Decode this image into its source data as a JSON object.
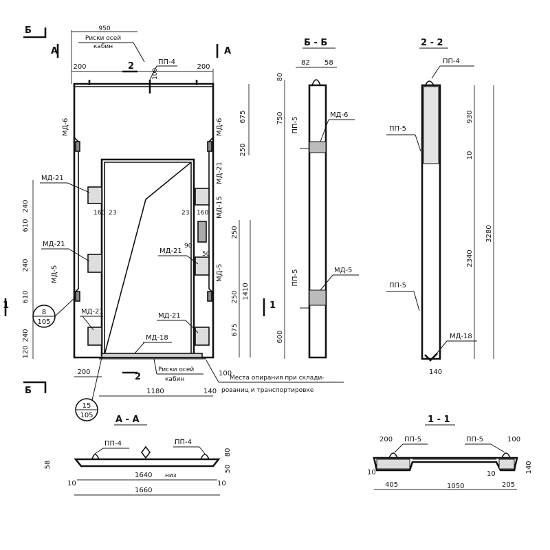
{
  "sections": {
    "bb": "Б - Б",
    "s22": "2 - 2",
    "aa": "А - А",
    "s11": "1 - 1"
  },
  "cut_marks": {
    "b": "Б",
    "a": "А",
    "two": "2",
    "one": "1"
  },
  "labels": {
    "riski_osei": "Риски осей",
    "kabin": "кабин",
    "riski_osei_kabin": "Риски осей",
    "kabin2": "кабин",
    "opora1": "Места опирания при склади-",
    "opora2": "рованиц и транспортировке",
    "niz": "низ"
  },
  "parts": {
    "pp4": "ПП-4",
    "pp5": "ПП-5",
    "md6": "МД-6",
    "md21": "МД-21",
    "md15": "МД-15",
    "md5": "МД-5",
    "md18": "МД-18"
  },
  "circles": [
    {
      "top": "8",
      "bottom": "105"
    },
    {
      "top": "15",
      "bottom": "105"
    }
  ],
  "dims": {
    "d950": "950",
    "d200": "200",
    "d100": "100",
    "d675": "675",
    "d250": "250",
    "d240": "240",
    "d610": "610",
    "d160": "160",
    "d23": "23",
    "d90": "90",
    "d50": "50",
    "d1410": "1410",
    "d120": "120",
    "d1180": "1180",
    "d140": "140",
    "d82": "82",
    "d58": "58",
    "d80": "80",
    "d750": "750",
    "d600": "600",
    "d930": "930",
    "d10": "10",
    "d2340": "2340",
    "d3280": "3280",
    "d1640": "1640",
    "d1660": "1660",
    "d405": "405",
    "d1050": "1050",
    "d205": "205"
  }
}
